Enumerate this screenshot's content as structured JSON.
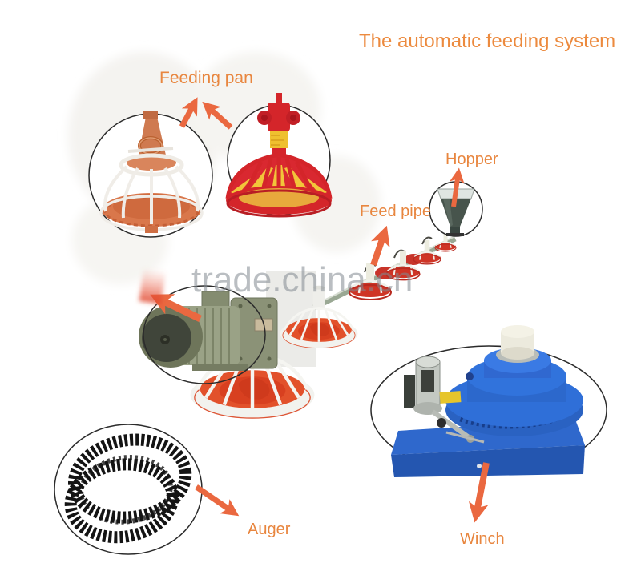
{
  "title": "The automatic feeding system",
  "watermark": "trade.china.cn",
  "labels": {
    "feeding_pan": "Feeding pan",
    "hopper": "Hopper",
    "feed_pipe": "Feed pipe",
    "auger": "Auger",
    "winch": "Winch"
  },
  "components": [
    {
      "name": "feeding-pan",
      "label": "Feeding pan",
      "description": "two circled feeding pans (orange with white cage, red with yellow grill)"
    },
    {
      "name": "hopper",
      "label": "Hopper",
      "description": "small circled funnel hopper at end of feed line"
    },
    {
      "name": "feed-pipe",
      "label": "Feed pipe",
      "description": "diagonal pipe with hanging pans and drive motor"
    },
    {
      "name": "auger",
      "label": "Auger",
      "description": "black coiled spring auger in circle"
    },
    {
      "name": "winch",
      "label": "Winch",
      "description": "blue winch machine with white cap and crank, in ellipse"
    }
  ],
  "colors": {
    "label_orange": "#e8863f",
    "title_orange": "#ec8a3e",
    "arrow_orange": "#ea6840",
    "watermark_gray": "#828a91",
    "pan_red": "#d4252a",
    "pan_yellow": "#efc02f",
    "pan_orange": "#e2512b",
    "left_pan_orange": "#d9774b",
    "winch_blue": "#2f6fd8",
    "motor_green": "#99a286",
    "auger_black": "#161616",
    "circle_outline": "#2b2b2b"
  }
}
